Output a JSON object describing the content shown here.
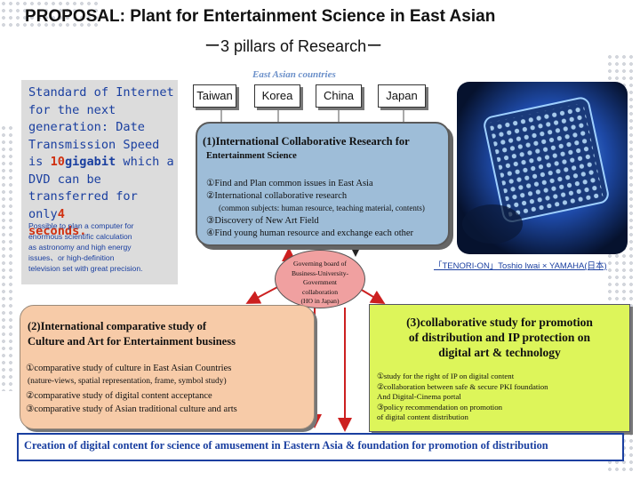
{
  "title": {
    "line1": "PROPOSAL: Plant for Entertainment Science in East Asian",
    "line2": "ー3 pillars of Researchー"
  },
  "region_label": "East Asian countries",
  "left_panel": {
    "line1": "Standard of Internet",
    "line2": "for the next",
    "line3": "generation: Date",
    "line4": "Transmission Speed",
    "line5_a": "is ",
    "line5_b": "10",
    "line5_c": "gigabit",
    "line5_d": " which  a",
    "line6": "DVD can be",
    "line7_a": "transferred for only",
    "line7_b": "4",
    "line8": "seconds.",
    "small1": "Possible to plan a computer for",
    "small2": "enormous scientific calculation",
    "small3": "as astronomy and high energy",
    "small4": "issues、or high-definition",
    "small5": "television set with great precision."
  },
  "countries": [
    "Taiwan",
    "Korea",
    "China",
    "Japan"
  ],
  "pillar1": {
    "title_a": "(1)International Collaborative Research for",
    "title_b": "Entertainment Science",
    "item1": "①Find and Plan common issues in East Asia",
    "item2": "②International collaborative research",
    "item2_sub": "(common subjects: human resource, teaching material, contents)",
    "item3": "③Discovery of New Art Field",
    "item4": "④Find young human resource and exchange each other"
  },
  "governing": {
    "line1": "Governing board of",
    "line2": "Business-University-",
    "line3": "Government",
    "line4": "collaboration",
    "line5": "(HO in Japan)"
  },
  "photo_caption": "「TENORI-ON」Toshio Iwai × YAMAHA(日本)",
  "pillar2": {
    "title_a": "(2)International comparative study of",
    "title_b": "Culture and Art for Entertainment business",
    "item1": "①comparative study of culture in East Asian Countries",
    "item1_sub": "(nature-views, spatial representation, frame, symbol study)",
    "item2": "②comparative study of digital content acceptance",
    "item3": "③comparative study of Asian traditional culture and arts"
  },
  "pillar3": {
    "title_a": "(3)collaborative study for promotion",
    "title_b": "of distribution and IP protection on",
    "title_c": "digital art & technology",
    "item1": "①study for the right of IP on digital content",
    "item2": "②collaboration between safe & secure PKI foundation",
    "item2_b": "And Digital-Cinema portal",
    "item3": "③policy recommendation on promotion",
    "item3_b": "of digital content distribution"
  },
  "bottom_banner": "Creation of digital content for science of amusement in Eastern Asia & foundation for promotion of distribution",
  "colors": {
    "accent_blue": "#1a3fa0",
    "highlight_red": "#d03010",
    "pillar1_fill": "#9ebdd8",
    "pillar2_fill": "#f7cba8",
    "pillar3_fill": "#ddf55a",
    "hub_fill": "#f0a0a0"
  }
}
